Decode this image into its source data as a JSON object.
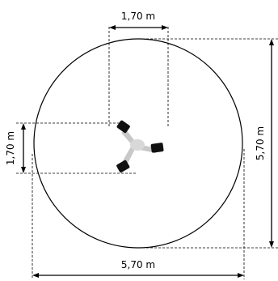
{
  "dimensions": {
    "top_width": "1,70 m",
    "left_height": "1,70 m",
    "right_height": "5,70 m",
    "bottom_width": "5,70 m"
  },
  "icons": [
    "rotating-seesaw-equipment-icon"
  ]
}
